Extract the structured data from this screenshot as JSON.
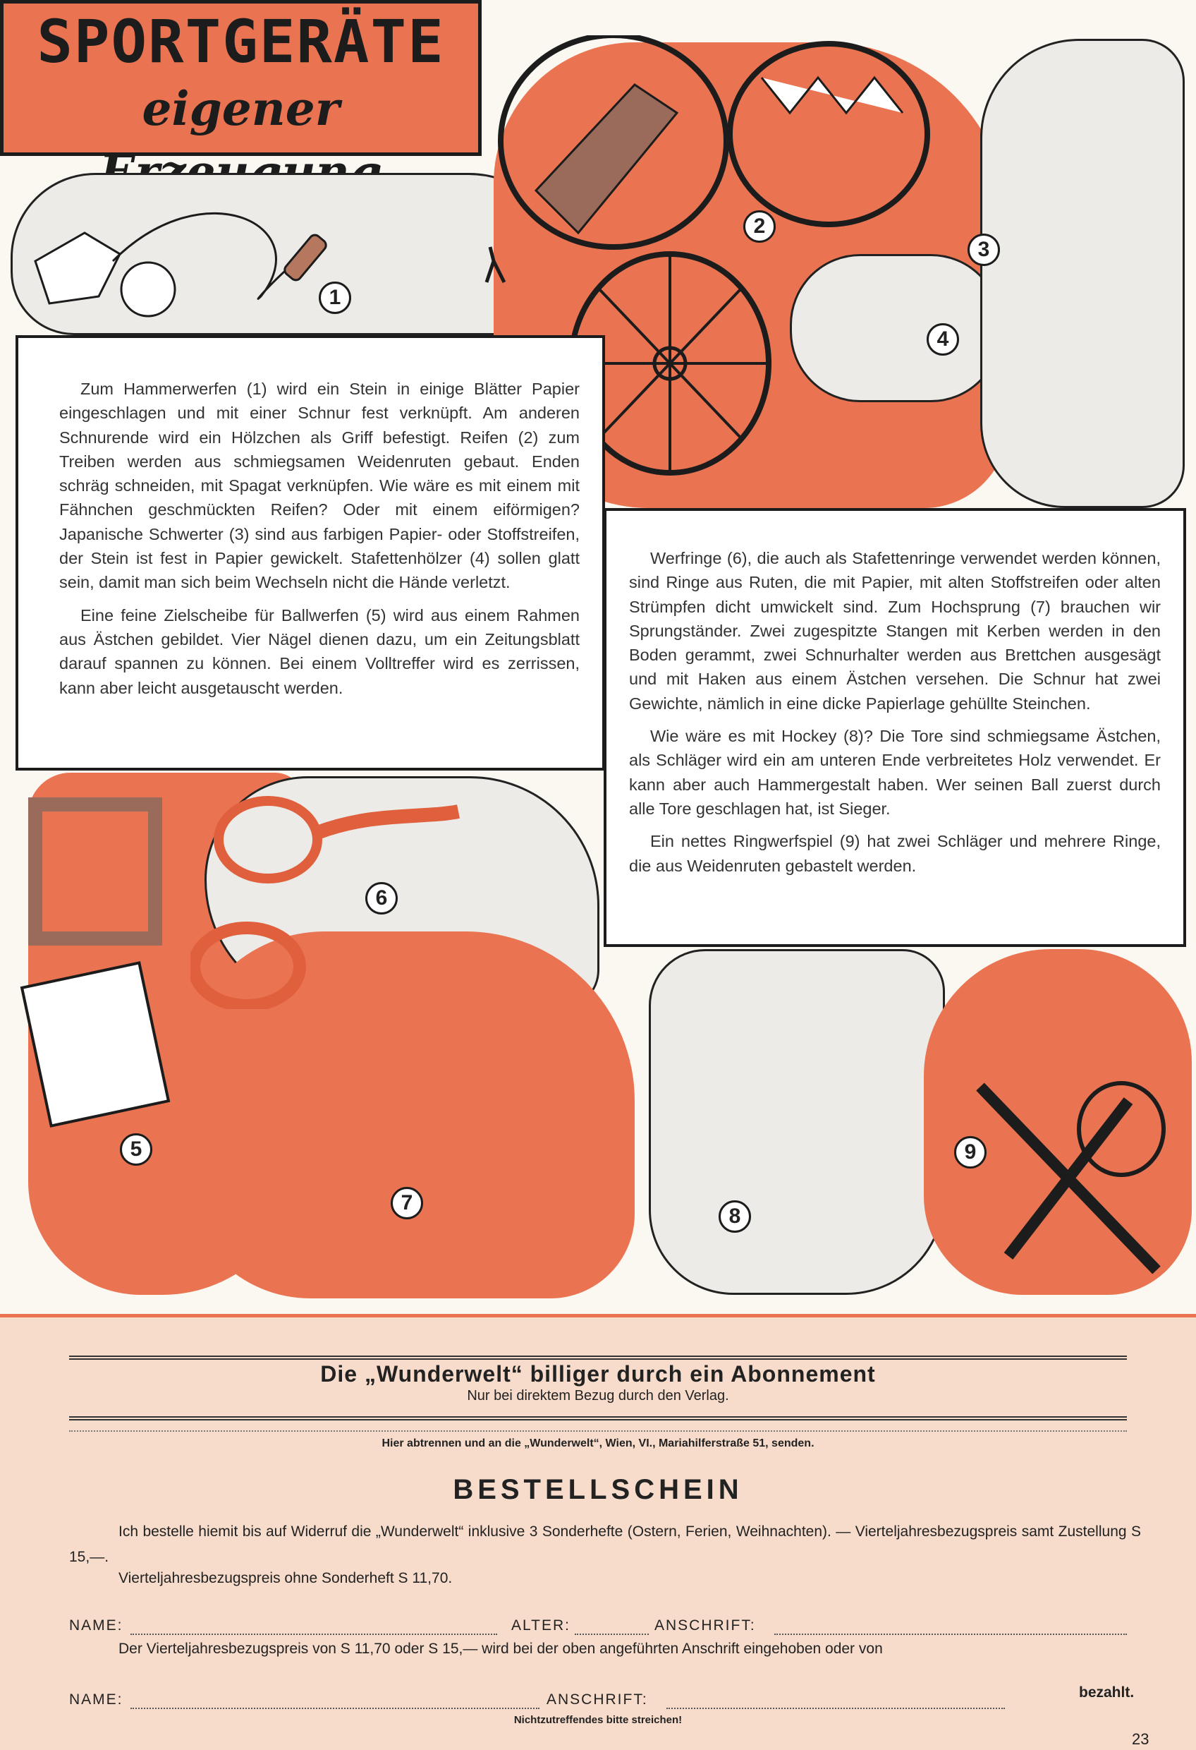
{
  "title": {
    "main": "SPORTGERÄTE",
    "sub": "eigener Erzeugung"
  },
  "figure_numbers": [
    "1",
    "2",
    "3",
    "4",
    "5",
    "6",
    "7",
    "8",
    "9"
  ],
  "left_text": [
    "Zum Hammerwerfen (1) wird ein Stein in einige Blätter Papier eingeschlagen und mit einer Schnur fest verknüpft. Am anderen Schnurende wird ein Hölzchen als Griff befestigt. Reifen (2) zum Treiben werden aus schmiegsamen Weidenruten gebaut. Enden schräg schneiden, mit Spagat verknüpfen. Wie wäre es mit einem mit Fähnchen geschmückten Reifen? Oder mit einem eiförmigen? Japanische Schwerter (3) sind aus farbigen Papier- oder Stoffstreifen, der Stein ist fest in Papier gewickelt. Stafettenhölzer (4) sollen glatt sein, damit man sich beim Wechseln nicht die Hände verletzt.",
    "Eine feine Zielscheibe für Ballwerfen (5) wird aus einem Rahmen aus Ästchen gebildet. Vier Nägel dienen dazu, um ein Zeitungsblatt darauf spannen zu können. Bei einem Volltreffer wird es zerrissen, kann aber leicht ausgetauscht werden."
  ],
  "right_text": [
    "Werfringe (6), die auch als Stafettenringe verwendet werden können, sind Ringe aus Ruten, die mit Papier, mit alten Stoffstreifen oder alten Strümpfen dicht umwickelt sind. Zum Hochsprung (7) brauchen wir Sprungständer. Zwei zugespitzte Stangen mit Kerben werden in den Boden gerammt, zwei Schnurhalter werden aus Brettchen ausgesägt und mit Haken aus einem Ästchen versehen. Die Schnur hat zwei Gewichte, nämlich in eine dicke Papierlage gehüllte Steinchen.",
    "Wie wäre es mit Hockey (8)? Die Tore sind schmiegsame Ästchen, als Schläger wird ein am unteren Ende verbreitetes Holz verwendet. Er kann aber auch Hammergestalt haben. Wer seinen Ball zuerst durch alle Tore geschlagen hat, ist Sieger.",
    "Ein nettes Ringwerfspiel (9) hat zwei Schläger und mehrere Ringe, die aus Weidenruten gebastelt werden."
  ],
  "form": {
    "headline": "Die „Wunderwelt“ billiger durch ein Abonnement",
    "subheadline": "Nur bei direktem Bezug durch den Verlag.",
    "cut_note": "Hier abtrennen und an die „Wunderwelt“, Wien, VI., Mariahilferstraße 51, senden.",
    "heading": "BESTELLSCHEIN",
    "order_text": "Ich bestelle hiemit bis auf Widerruf die „Wunderwelt“ inklusive 3 Sonderhefte (Ostern, Ferien, Weihnachten). — Vierteljahresbezugspreis samt Zustellung S 15,—.",
    "price_text": "Vierteljahresbezugspreis ohne Sonderheft S 11,70.",
    "name_label": "NAME:",
    "age_label": "ALTER:",
    "address_label": "ANSCHRIFT:",
    "payment_text": "Der Vierteljahresbezugspreis von S 11,70 oder S 15,— wird bei der oben angeführten Anschrift eingehoben oder von",
    "name_label_2": "NAME:",
    "address_label_2": "ANSCHRIFT:",
    "paid_label": "bezahlt.",
    "strike_note": "Nichtzutreffendes bitte streichen!",
    "page_number": "23"
  },
  "colors": {
    "accent": "#ea7451",
    "form_bg": "#f7dccb",
    "ink": "#1c1c1c"
  }
}
